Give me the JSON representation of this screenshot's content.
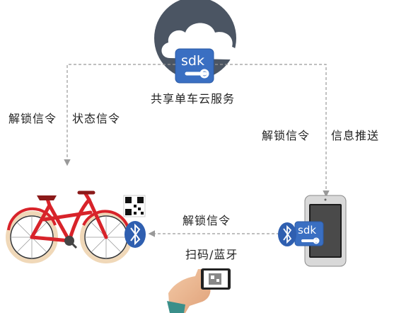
{
  "cloud": {
    "service_label": "共享单车云服务",
    "sdk_label": "sdk",
    "cloud_color": "#4b5563",
    "sdk_color": "#3a6fc2"
  },
  "arrows": {
    "left_down_label_a": "解锁信令",
    "left_down_label_b": "状态信令",
    "right_down_label_a": "解锁信令",
    "right_down_label_b": "信息推送",
    "phone_to_bike_label": "解锁信令",
    "scan_label": "扫码/蓝牙"
  },
  "phone": {
    "sdk_label": "sdk"
  },
  "colors": {
    "bike_frame": "#d8232a",
    "tire": "#f0d8b8",
    "bluetooth": "#2f5fb0",
    "arrow": "#999999"
  }
}
